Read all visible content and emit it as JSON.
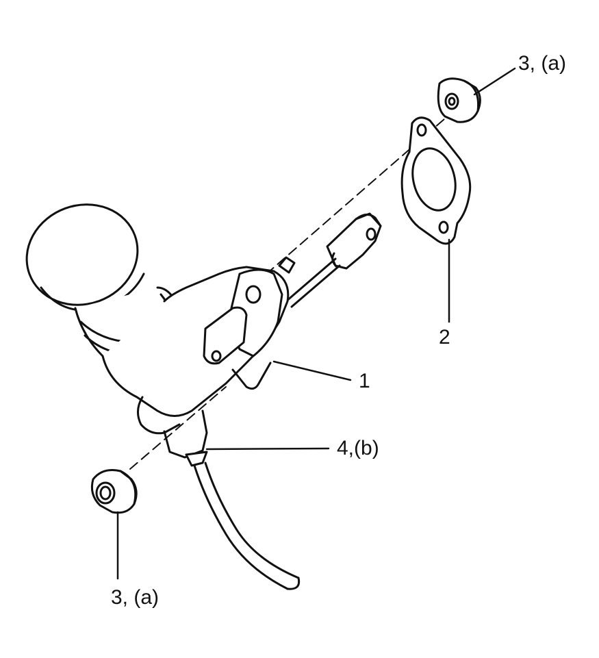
{
  "labels": {
    "nut_top": "3, (a)",
    "gasket": "2",
    "master_cylinder": "1",
    "pipe_flare_nut": "4,(b)",
    "nut_bottom": "3, (a)"
  },
  "colors": {
    "line": "#111111",
    "background": "#ffffff"
  }
}
